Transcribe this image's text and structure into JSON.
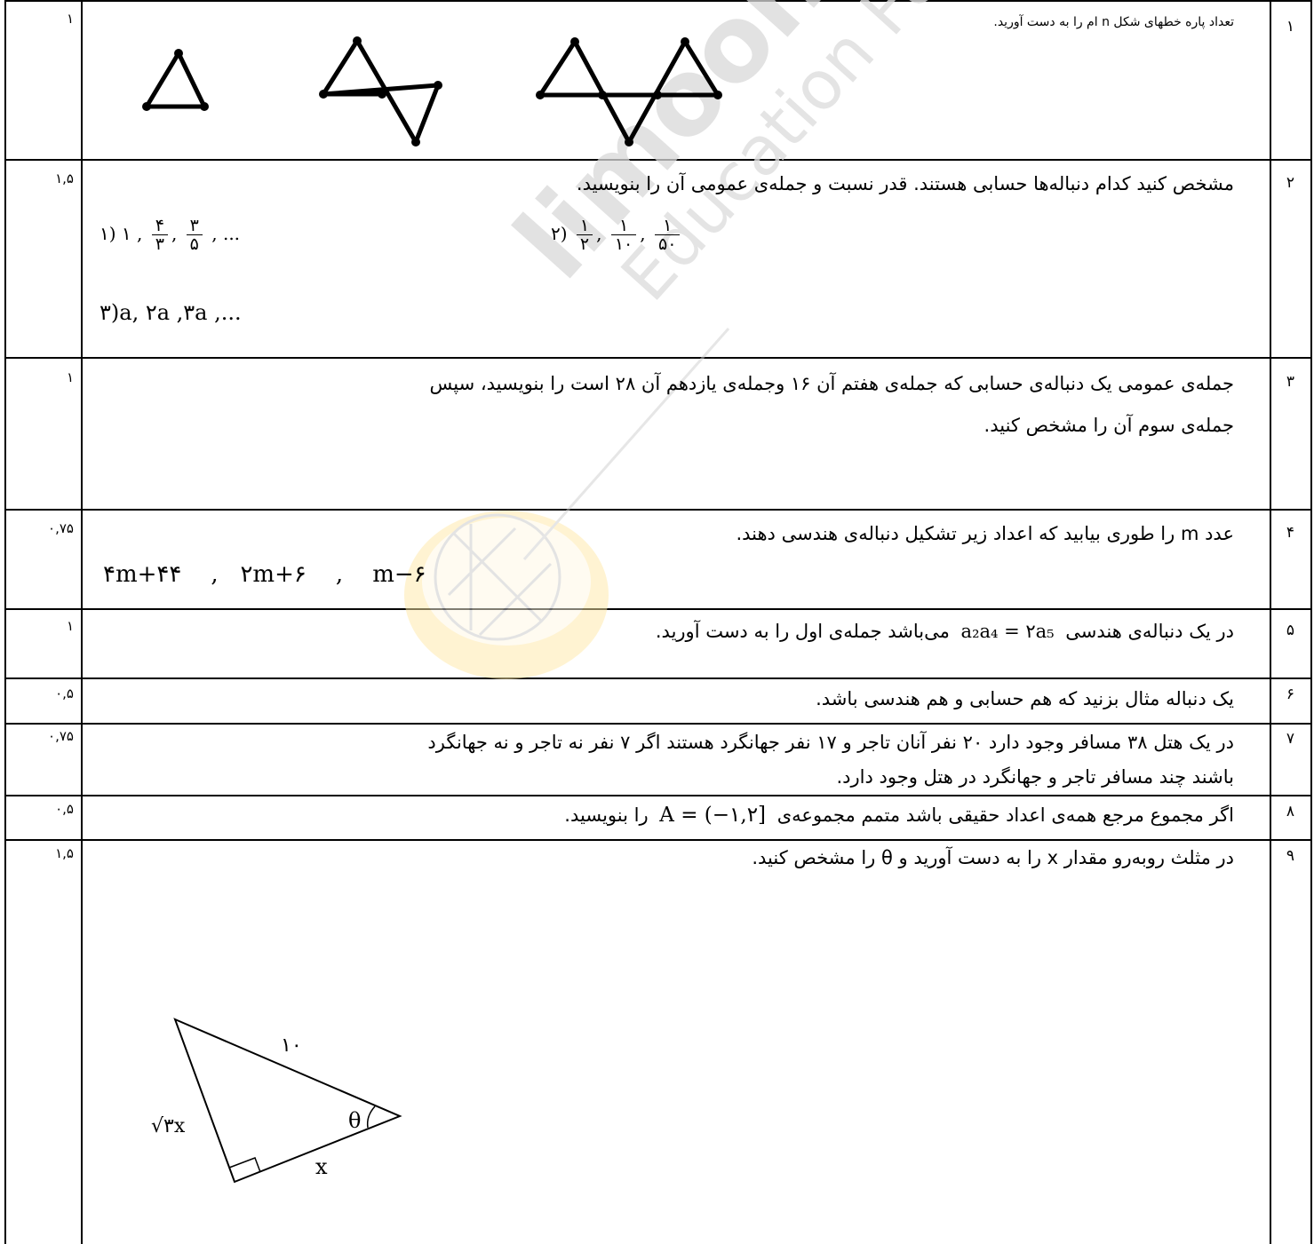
{
  "questions": [
    {
      "num": "۱",
      "score": "۱",
      "text": "تعداد پاره خطهای شکل n ام را به دست آورید."
    },
    {
      "num": "۲",
      "score": "۱,۵",
      "text": "مشخص کنید کدام دنباله‌ها حسابی هستند. قدر نسبت و جمله‌ی عمومی آن را بنویسید.",
      "seq1_label": "۱)",
      "seq1_first": "۱ ,",
      "seq1_f1_num": "۴",
      "seq1_f1_den": "۳",
      "seq1_f2_num": "۳",
      "seq1_f2_den": "۵",
      "seq1_tail": ", ...",
      "seq2_label": "۲)",
      "seq2_f1_num": "۱",
      "seq2_f1_den": "۲",
      "seq2_f2_num": "۱",
      "seq2_f2_den": "۱۰",
      "seq2_f3_num": "۱",
      "seq2_f3_den": "۵۰",
      "seq3": "۳)a, ۲a ,۳a ,..."
    },
    {
      "num": "۳",
      "score": "۱",
      "line1": "جمله‌ی عمومی یک دنباله‌ی حسابی که جمله‌ی هفتم آن ۱۶ وجمله‌ی یازدهم آن ۲۸ است را بنویسید، سپس",
      "line2": "جمله‌ی سوم آن را مشخص کنید."
    },
    {
      "num": "۴",
      "score": "۰,۷۵",
      "text": "عدد m را طوری بیابید که اعداد زیر تشکیل دنباله‌ی هندسی دهند.",
      "expr": "۴m+۴۴    ,   ۲m+۶    ,    m−۶"
    },
    {
      "num": "۵",
      "score": "۱",
      "pre": "در یک دنباله‌ی هندسی",
      "formula": "a₂a₄ = ۲a₅",
      "post": "می‌باشد جمله‌ی اول را به دست آورید."
    },
    {
      "num": "۶",
      "score": "۰,۵",
      "text": "یک دنباله مثال بزنید که هم حسابی و هم هندسی باشد."
    },
    {
      "num": "۷",
      "score": "۰,۷۵",
      "line1": "در یک هتل ۳۸ مسافر وجود دارد ۲۰ نفر آنان تاجر و ۱۷ نفر جهانگرد هستند اگر ۷ نفر نه تاجر و نه جهانگرد",
      "line2": "باشند چند مسافر تاجر و جهانگرد در هتل وجود دارد."
    },
    {
      "num": "۸",
      "score": "۰,۵",
      "pre": "اگر مجموع مرجع همه‌ی اعداد حقیقی باشد متمم مجموعه‌ی",
      "formula": "A = (−۱,۲]",
      "post": "را بنویسید."
    },
    {
      "num": "۹",
      "score": "۱,۵",
      "text": "در مثلث روبه‌رو مقدار x را به دست آورید و θ را مشخص کنید.",
      "label_hyp": "۱۰",
      "label_leg": "√۳x",
      "label_base": "x",
      "label_angle": "θ"
    }
  ],
  "watermark": {
    "brand": "limoonad",
    "tagline": "Education For All"
  }
}
